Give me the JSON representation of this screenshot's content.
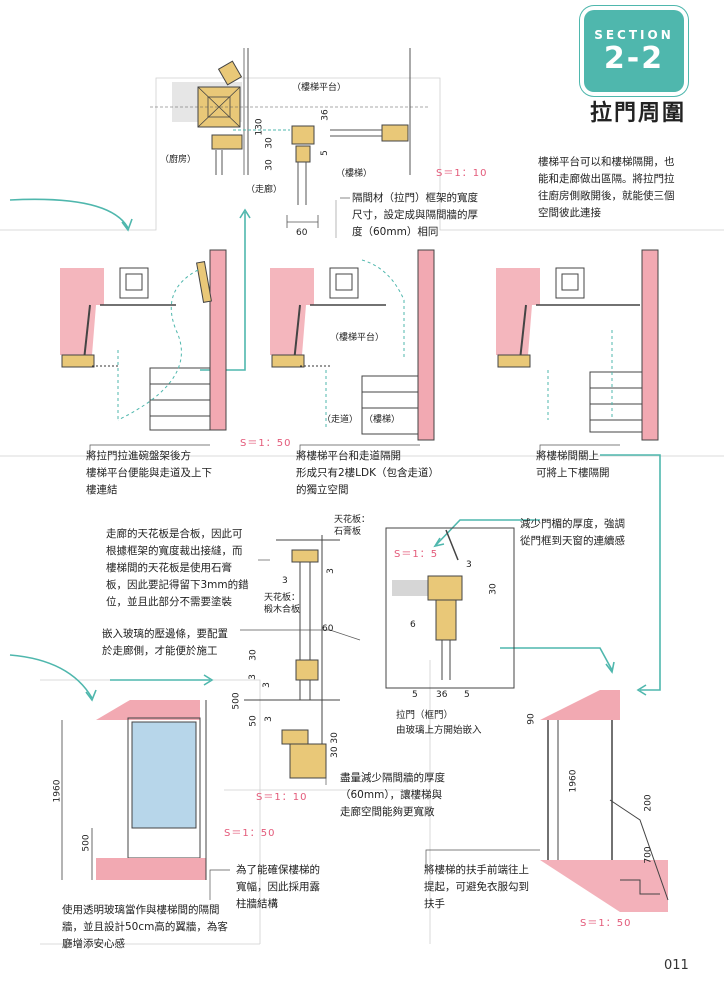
{
  "header": {
    "section_word": "SECTION",
    "section_number": "2-2",
    "title": "拉門周圍"
  },
  "page_number": "011",
  "notes": {
    "n1": [
      "樓梯平台可以和樓梯隔開，也",
      "能和走廊做出區隔。將拉門拉",
      "往廚房側敞開後，就能使三個",
      "空間彼此連接"
    ],
    "n2": [
      "隔間材（拉門）框架的寬度",
      "尺寸，設定成與隔間牆的厚",
      "度（60mm）相同"
    ],
    "n3": [
      "將拉門拉進碗盤架後方",
      "樓梯平台便能與走道及上下",
      "樓連結"
    ],
    "n4": [
      "將樓梯平台和走道隔開",
      "形成只有2樓LDK（包含走道）",
      "的獨立空間"
    ],
    "n5": [
      "將樓梯間關上",
      "可將上下樓隔開"
    ],
    "n6": [
      "走廊的天花板是合板，因此可",
      "根據框架的寬度裁出接縫，而",
      "樓梯間的天花板是使用石膏",
      "板，因此要記得留下3mm的錯",
      "位，並且此部分不需要塗裝"
    ],
    "n7": [
      "嵌入玻璃的壓邊條，要配置",
      "於走廊側，才能便於施工"
    ],
    "n8": [
      "減少門楣的厚度，強調",
      "從門框到天窗的連續感"
    ],
    "n9": [
      "拉門（框門）",
      "由玻璃上方開始嵌入"
    ],
    "n10": [
      "盡量減少隔間牆的厚度",
      "（60mm），讓樓梯與",
      "走廊空間能夠更寬敞"
    ],
    "n11": [
      "為了能確保樓梯的",
      "寬幅，因此採用露",
      "柱牆結構"
    ],
    "n12": [
      "將樓梯的扶手前端往上",
      "提起，可避免衣服勾到",
      "扶手"
    ],
    "n13": [
      "使用透明玻璃當作與樓梯間的隔間",
      "牆，並且設計50cm高的翼牆，為客",
      "廳增添安心感"
    ]
  },
  "labels": {
    "landing_top": "（樓梯平台）",
    "kitchen": "（廚房）",
    "stairs": "（樓梯）",
    "corridor": "（走廊）",
    "landing_mid": "（樓梯平台）",
    "walkway": "（走道）",
    "stairs_mid": "（樓梯）",
    "ceiling_gypsum": [
      "天花板：",
      "石膏板"
    ],
    "ceiling_plywood": [
      "天花板：",
      "椴木合板"
    ]
  },
  "dimensions": {
    "d130": "130",
    "d30a": "30",
    "d30b": "30",
    "d36a": "36",
    "d5a": "5",
    "d60a": "60",
    "d3a": "3",
    "d3b": "3",
    "d60b": "60",
    "d30c": "30",
    "d3c": "3",
    "d3d": "3",
    "d500a": "500",
    "d50": "50",
    "d3e": "3",
    "d3030": "30 30",
    "d3f": "3",
    "d30d": "30",
    "d6": "6",
    "d5b": "5",
    "d36b": "36",
    "d5c": "5",
    "d1960a": "1960",
    "d500b": "500",
    "d90": "90",
    "d1960b": "1960",
    "d200": "200",
    "d700": "700"
  },
  "scales": {
    "s1": "S＝1：10",
    "s2": "S＝1：50",
    "s3": "S＝1：5",
    "s4": "S＝1：10",
    "s5": "S＝1：50",
    "s6": "S＝1：50"
  },
  "colors": {
    "accent": "#4fb7ad",
    "pink": "#f2a9b2",
    "pink_dark": "#e35a7a",
    "wood": "#e9c878",
    "glass": "#b7d6ea"
  }
}
